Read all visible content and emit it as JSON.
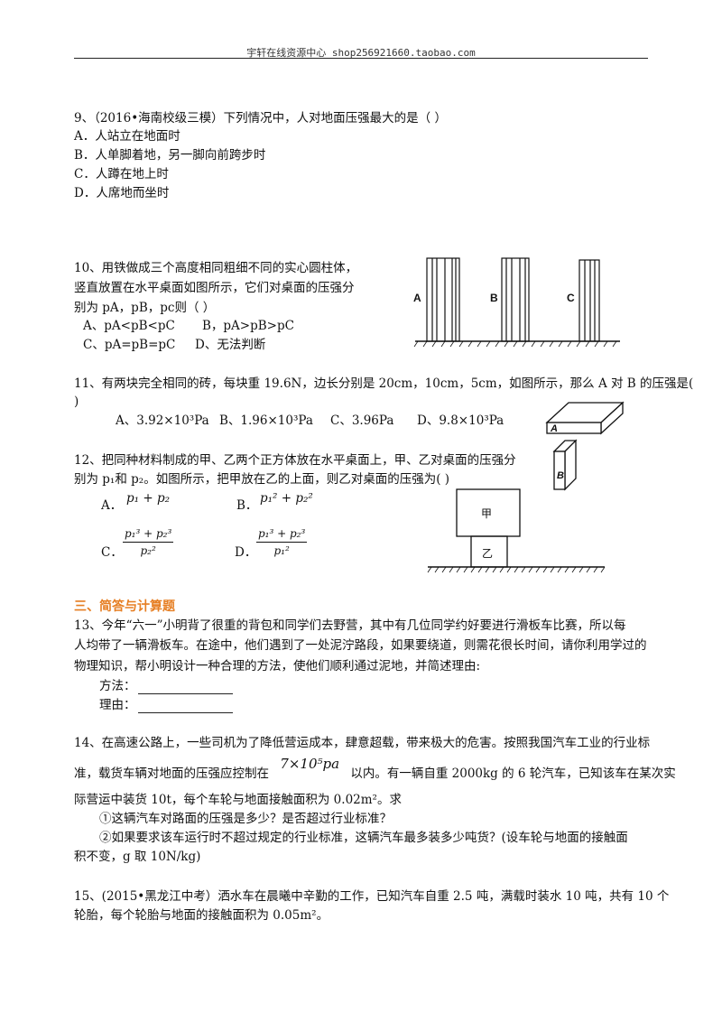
{
  "header": {
    "text": "宇轩在线资源中心   shop256921660.taobao.com"
  },
  "q9": {
    "stem": "9、（2016•海南校级三模）下列情况中，人对地面压强最大的是（      ）",
    "a": "A．人站立在地面时",
    "b": "B．人单脚着地，另一脚向前跨步时",
    "c": "C．人蹲在地上时",
    "d": "D．人席地而坐时"
  },
  "q10": {
    "line1": "10、用铁做成三个高度相同粗细不同的实心圆柱体，",
    "line2": "竖直放置在水平桌面如图所示，它们对桌面的压强分",
    "line3": "别为 pA，pB，pc则（     ）",
    "opt_a": "A、pA<pB<pC",
    "opt_b": "B，pA>pB>pC",
    "opt_c": "C、pA=pB=pC",
    "opt_d": "D、无法判断",
    "fig_labels": [
      "A",
      "B",
      "C"
    ]
  },
  "q11": {
    "line1": "11、有两块完全相同的砖，每块重 19.6N，边长分别是 20cm，10cm，5cm，如图所示，那么 A 对 B 的压强是(",
    "line2": ")",
    "opt_a": "A、3.92×10³Pa",
    "opt_b": "B、1.96×10³Pa",
    "opt_c": "C、3.96Pa",
    "opt_d": "D、9.8×10³Pa",
    "fig_labels": [
      "A",
      "B"
    ]
  },
  "q12": {
    "line1": "12、把同种材料制成的甲、乙两个正方体放在水平桌面上，甲、乙对桌面的压强分",
    "line2": "别为 p₁和 p₂。如图所示，把甲放在乙的上面，则乙对桌面的压强为(     )",
    "opt_a_label": "A．",
    "opt_a": "p₁ + p₂",
    "opt_b_label": "B．",
    "opt_b": "p₁² + p₂²",
    "opt_c_label": "C．",
    "opt_c_num": "p₁³ + p₂³",
    "opt_c_den": "p₂²",
    "opt_d_label": "D．",
    "opt_d_num": "p₁³ + p₂³",
    "opt_d_den": "p₁²",
    "fig_labels": [
      "甲",
      "乙"
    ]
  },
  "section3": {
    "title": "三、简答与计算题"
  },
  "q13": {
    "line1": "13、今年“六一”小明背了很重的背包和同学们去野营，其中有几位同学约好要进行滑板车比赛，所以每",
    "line2": "人均带了一辆滑板车。在途中，他们遇到了一处泥泞路段，如果要绕道，则需花很长时间，请你利用学过的",
    "line3": "物理知识，帮小明设计一种合理的方法，使他们顺利通过泥地，并简述理由:",
    "method": "方法：",
    "reason": "理由："
  },
  "q14": {
    "line1": "14、在高速公路上，一些司机为了降低营运成本，肆意超载，带来极大的危害。按照我国汽车工业的行业标",
    "line2a": "准，载货车辆对地面的压强应控制在",
    "line2_formula": "7×10⁵pa",
    "line2b": "以内。有一辆自重 2000kg 的 6 轮汽车，已知该车在某次实",
    "line3": "际营运中装货 10t，每个车轮与地面接触面积为 0.02m²。求",
    "sub1": "①这辆汽车对路面的压强是多少？是否超过行业标准？",
    "sub2a": "②如果要求该车运行时不超过规定的行业标准，这辆汽车最多装多少吨货？(设车轮与地面的接触面",
    "sub2b": "积不变，g 取 10N/kg)"
  },
  "q15": {
    "line1": "15、(2015•黑龙江中考）洒水车在晨曦中辛勤的工作，已知汽车自重 2.5 吨，满载时装水 10 吨，共有 10 个",
    "line2": "轮胎，每个轮胎与地面的接触面积为 0.05m²。"
  }
}
